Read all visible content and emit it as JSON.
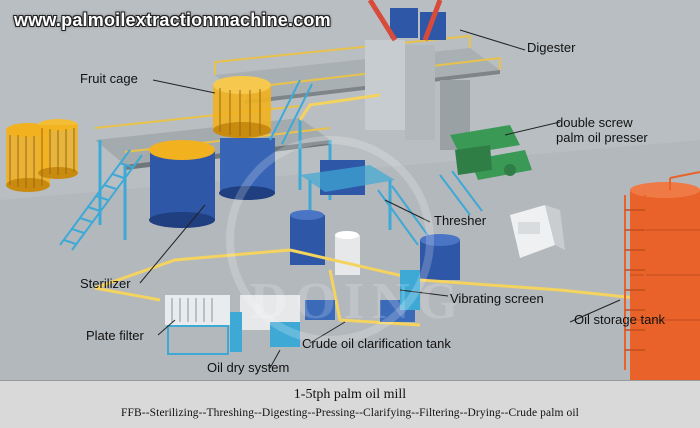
{
  "watermark": "www.palmoilextractionmachine.com",
  "labels": {
    "digester": "Digester",
    "fruit_cage": "Fruit cage",
    "double_screw_line1": "double screw",
    "double_screw_line2": "palm oil presser",
    "thresher": "Thresher",
    "sterilizer": "Sterilizer",
    "vibrating_screen": "Vibrating screen",
    "oil_storage_tank": "Oil storage tank",
    "plate_filter": "Plate filter",
    "crude_oil_clarification_tank": "Crude oil clarification tank",
    "oil_dry_system": "Oil dry system"
  },
  "caption": {
    "title": "1-5tph palm oil mill",
    "steps": "FFB--Sterilizing--Threshing--Digesting--Pressing--Clarifying--Filtering--Drying--Crude palm oil"
  },
  "colors": {
    "floor": "#b9bec2",
    "tank_blue": "#2f57a8",
    "cage_yellow": "#f2b11e",
    "stair_cyan": "#3fa9d6",
    "rail_yellow": "#e8c24a",
    "storage_orange": "#e8622a",
    "machine_green": "#3a9a55",
    "pipe_yellow": "#f4d35e"
  }
}
